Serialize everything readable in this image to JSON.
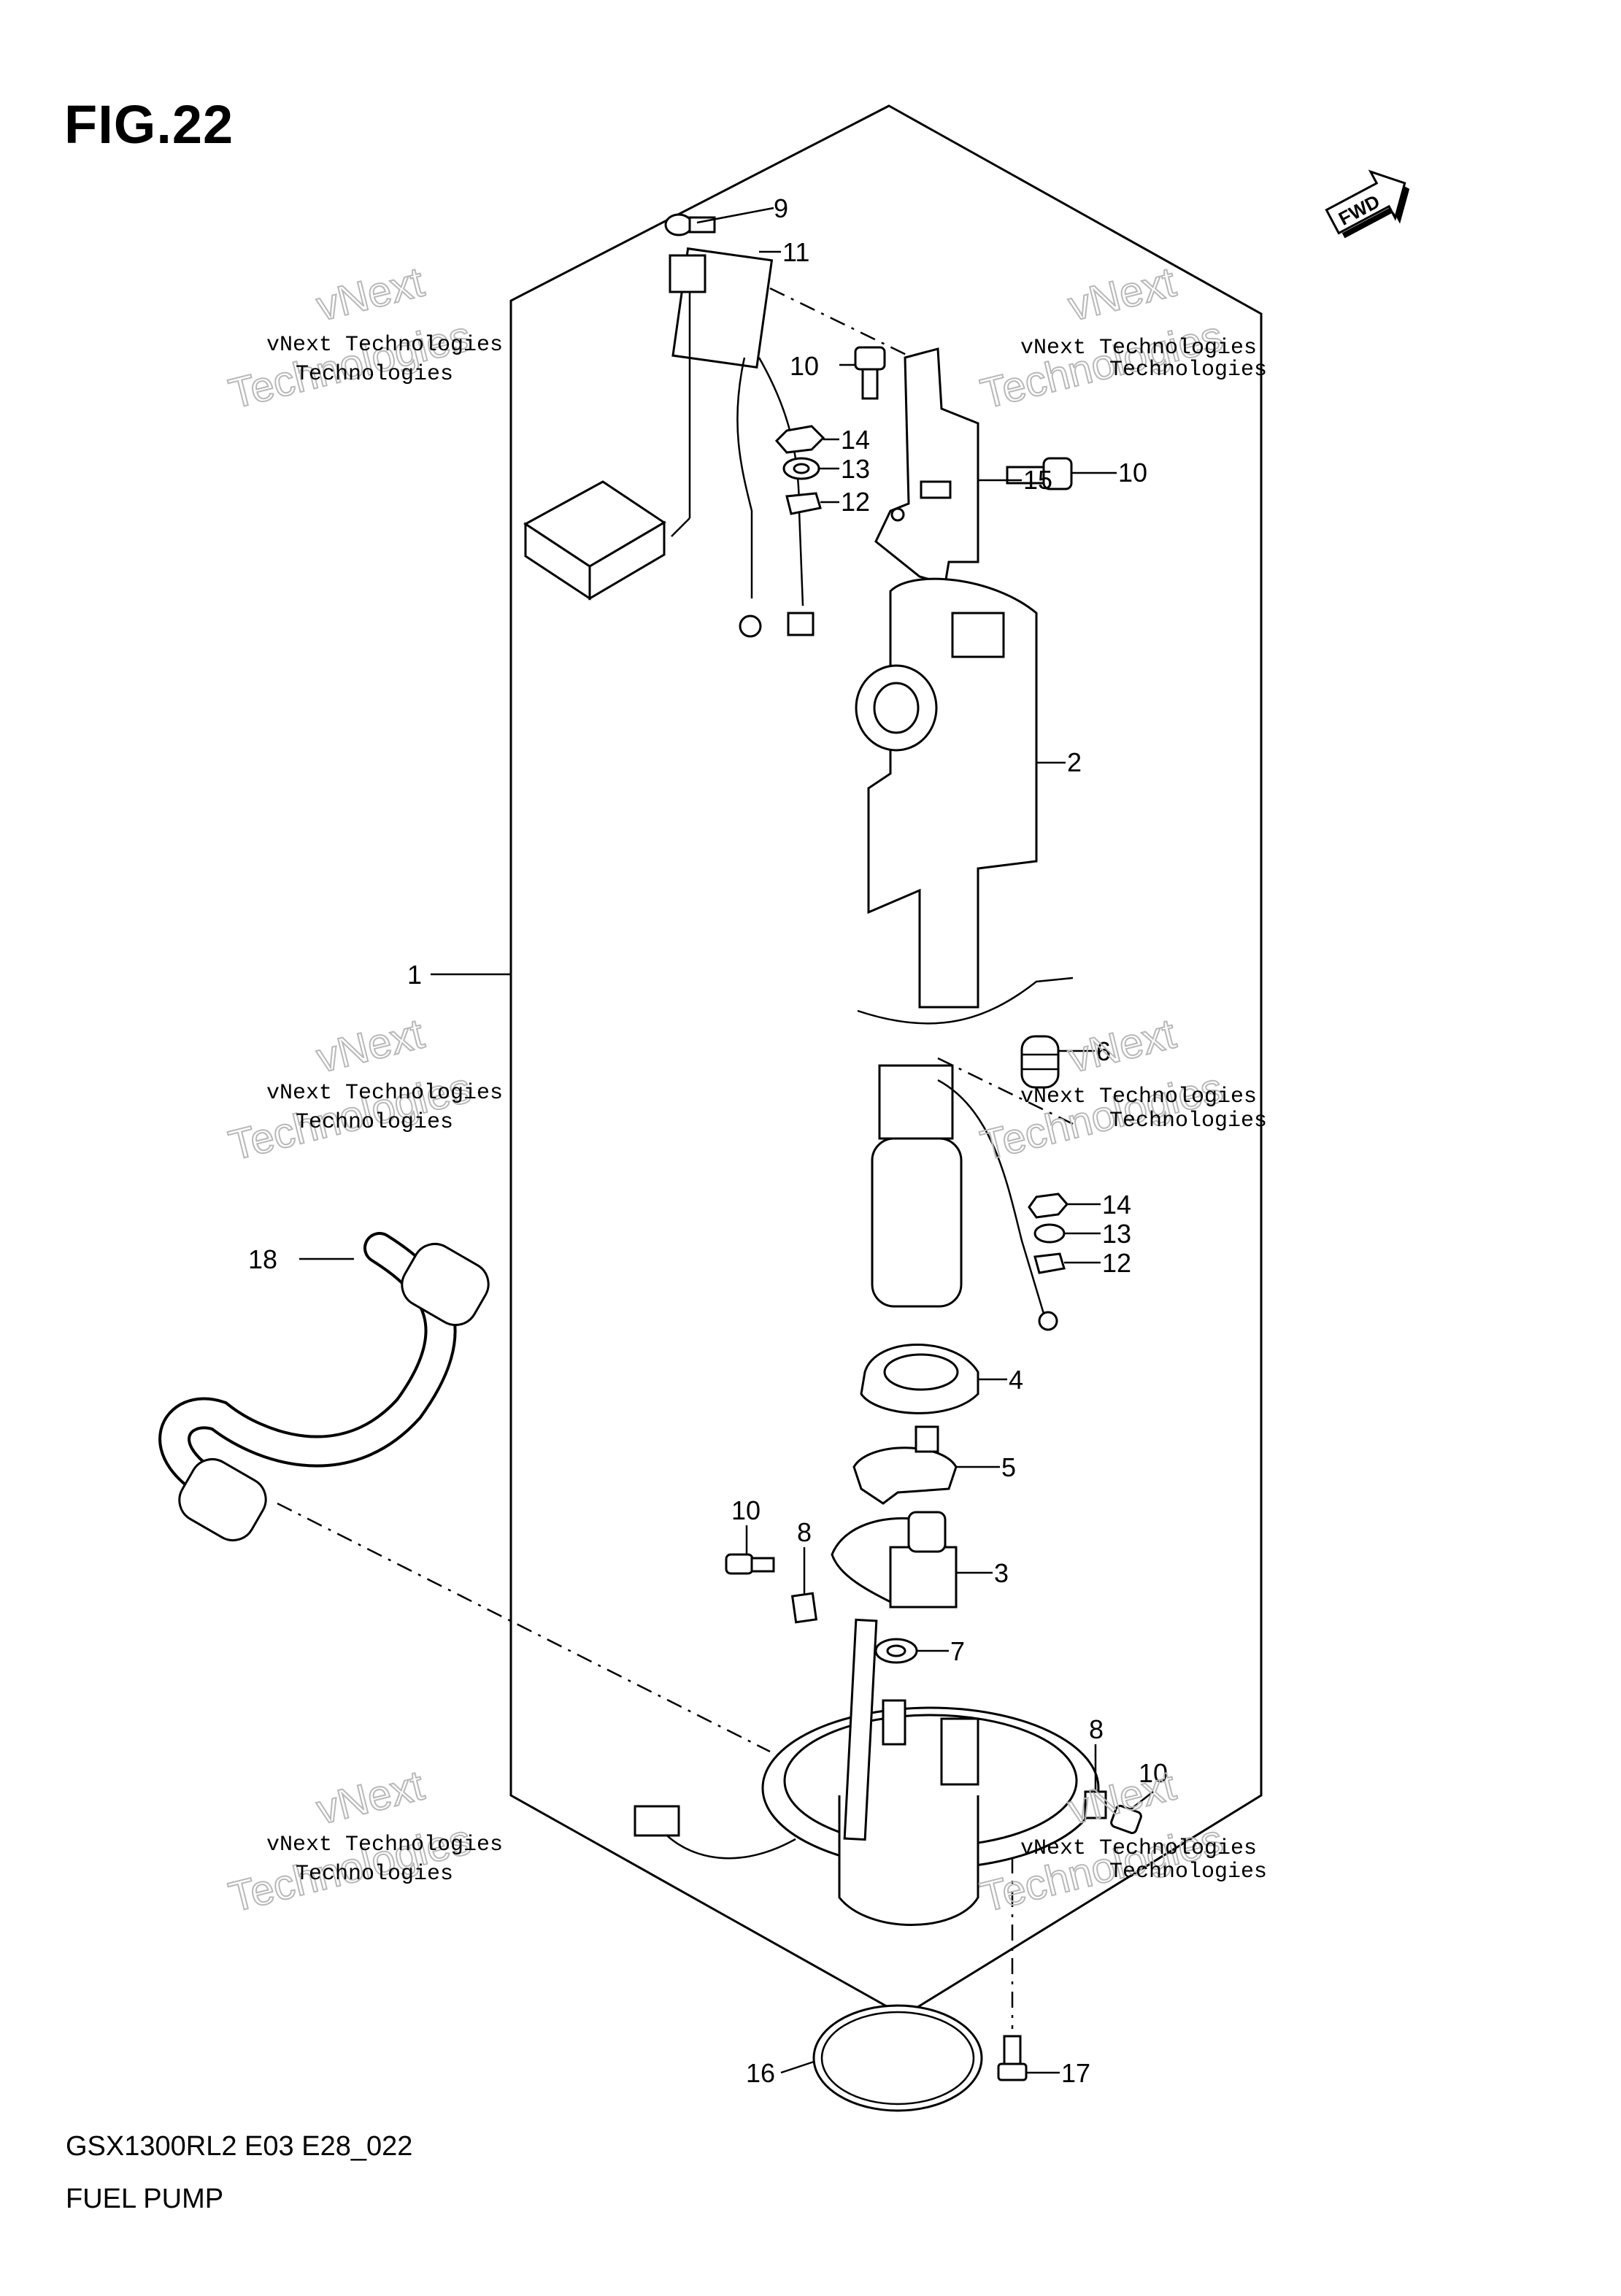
{
  "figure": {
    "title": "FIG.22",
    "model_code": "GSX1300RL2 E03 E28_022",
    "section_name": "FUEL PUMP",
    "direction_badge": "FWD"
  },
  "watermark": {
    "line1": "vNext Technologies",
    "line2": "vNext",
    "line3": "Technologies"
  },
  "callouts": [
    {
      "id": "c9",
      "label": "9"
    },
    {
      "id": "c11",
      "label": "11"
    },
    {
      "id": "c10a",
      "label": "10"
    },
    {
      "id": "c14a",
      "label": "14"
    },
    {
      "id": "c13a",
      "label": "13"
    },
    {
      "id": "c12a",
      "label": "12"
    },
    {
      "id": "c15",
      "label": "15"
    },
    {
      "id": "c10b",
      "label": "10"
    },
    {
      "id": "c2",
      "label": "2"
    },
    {
      "id": "c1",
      "label": "1"
    },
    {
      "id": "c6",
      "label": "6"
    },
    {
      "id": "c14b",
      "label": "14"
    },
    {
      "id": "c13b",
      "label": "13"
    },
    {
      "id": "c12b",
      "label": "12"
    },
    {
      "id": "c18",
      "label": "18"
    },
    {
      "id": "c4",
      "label": "4"
    },
    {
      "id": "c5",
      "label": "5"
    },
    {
      "id": "c10c",
      "label": "10"
    },
    {
      "id": "c8a",
      "label": "8"
    },
    {
      "id": "c3",
      "label": "3"
    },
    {
      "id": "c7",
      "label": "7"
    },
    {
      "id": "c8b",
      "label": "8"
    },
    {
      "id": "c10d",
      "label": "10"
    },
    {
      "id": "c16",
      "label": "16"
    },
    {
      "id": "c17",
      "label": "17"
    }
  ]
}
